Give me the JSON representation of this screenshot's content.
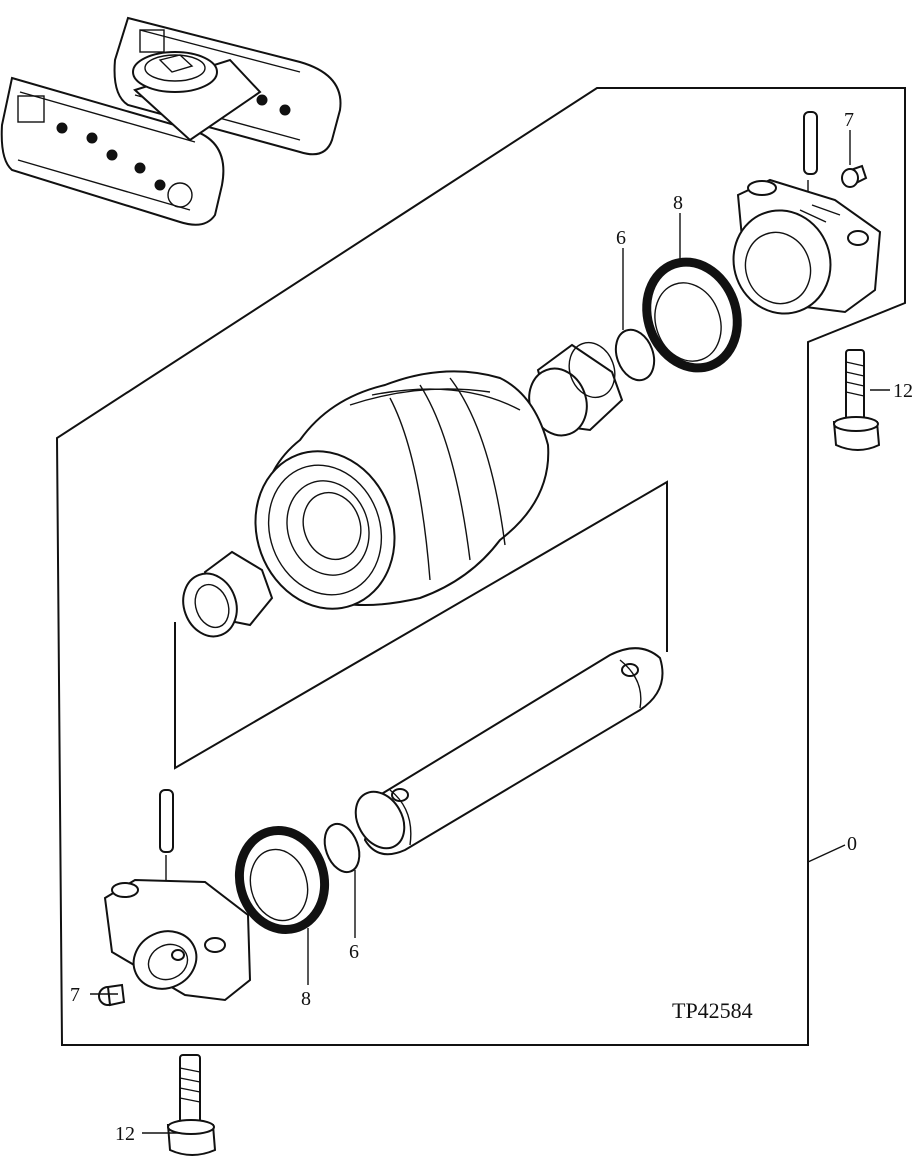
{
  "figure_id": "TP42584",
  "callouts": {
    "top_pin_plug": "7",
    "top_seal": "8",
    "top_oring": "6",
    "top_bolt": "12",
    "assembly": "0",
    "bottom_plug": "7",
    "bottom_seal": "8",
    "bottom_oring": "6",
    "bottom_bolt": "12"
  }
}
